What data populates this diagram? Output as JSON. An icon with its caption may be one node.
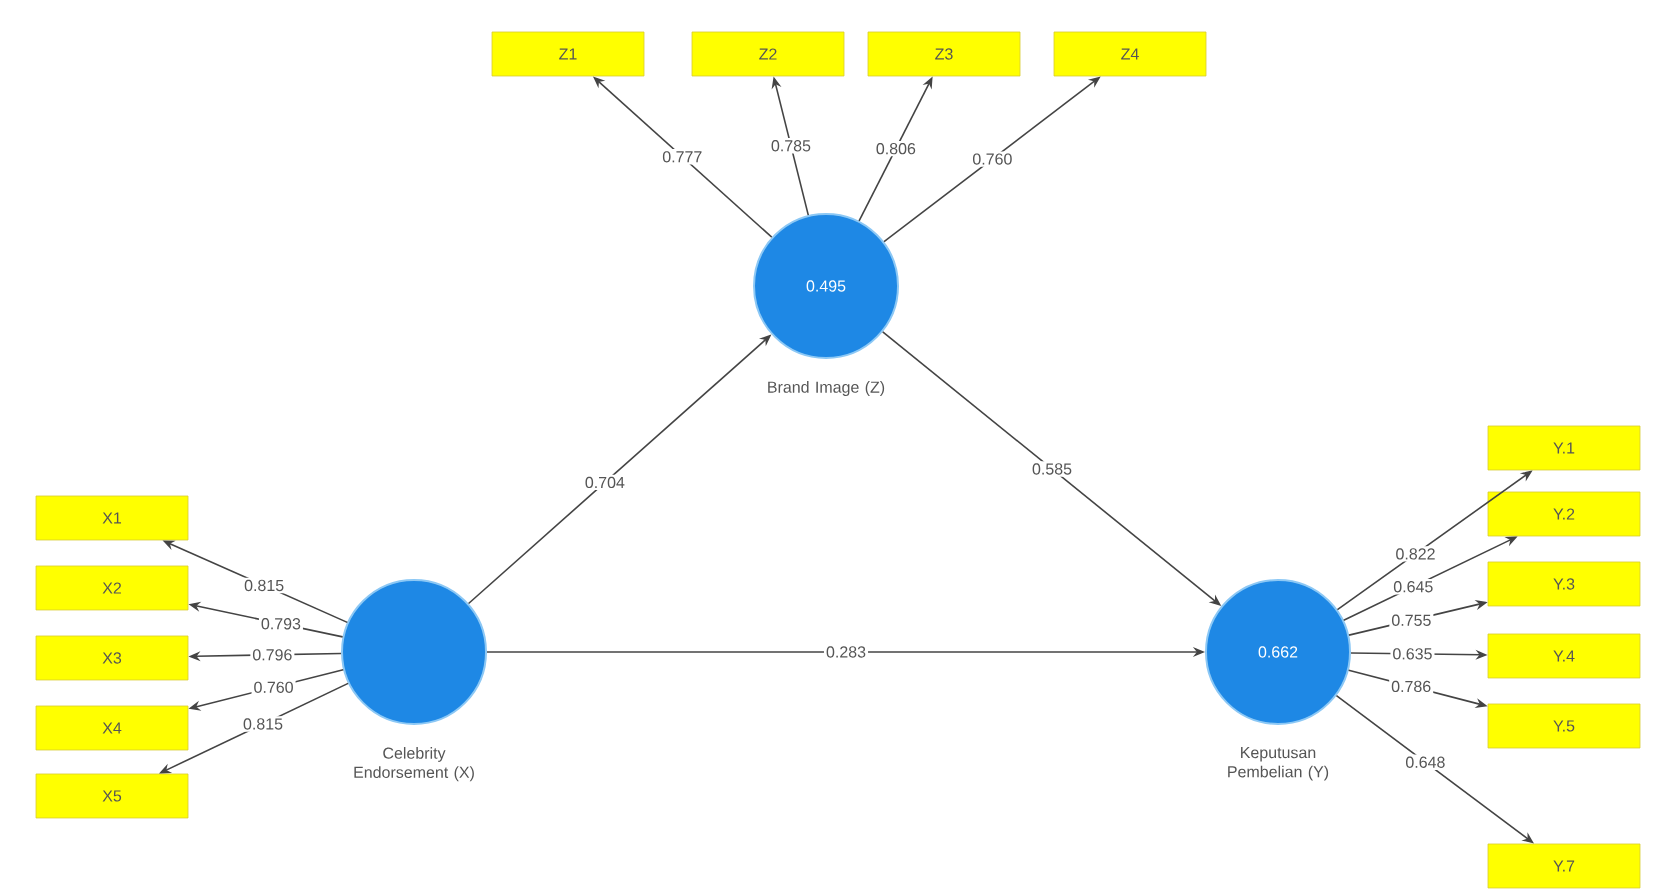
{
  "diagram": {
    "nodes": [
      {
        "text": [
          "Z1"
        ]
      },
      {
        "text": [
          "Z2"
        ]
      },
      {
        "text": [
          "Z3"
        ]
      },
      {
        "text": [
          "Z4"
        ]
      },
      {
        "text": [
          "0.495"
        ],
        "beside": [
          "Brand Image (Z)"
        ]
      },
      {
        "text": [
          "X1"
        ]
      },
      {
        "text": [
          "X2"
        ]
      },
      {
        "text": [
          "X3"
        ]
      },
      {
        "text": [
          "X4"
        ]
      },
      {
        "text": [
          "X5"
        ]
      },
      {
        "text": [],
        "shape": "circle",
        "beside": [
          "Celebrity Endorsement (X)"
        ]
      },
      {
        "text": [
          "0.662"
        ],
        "beside": [
          "Keputusan Pembelian (Y)"
        ]
      },
      {
        "text": [
          "Y.1"
        ]
      },
      {
        "text": [
          "Y.2"
        ]
      },
      {
        "text": [
          "Y.3"
        ]
      },
      {
        "text": [
          "Y.4"
        ]
      },
      {
        "text": [
          "Y.5"
        ]
      },
      {
        "text": [
          "Y.7"
        ]
      }
    ],
    "edges": [
      {
        "from": 4,
        "to": 0,
        "arrow": "to",
        "label": "0.777"
      },
      {
        "from": 4,
        "to": 1,
        "arrow": "to",
        "label": "0.785"
      },
      {
        "from": 4,
        "to": 2,
        "arrow": "to",
        "label": "0.806"
      },
      {
        "from": 4,
        "to": 3,
        "arrow": "to",
        "label": "0.760"
      },
      {
        "from": 10,
        "to": 5,
        "arrow": "to",
        "label": "0.815"
      },
      {
        "from": 10,
        "to": 6,
        "arrow": "to",
        "label": "0.793"
      },
      {
        "from": 10,
        "to": 7,
        "arrow": "to",
        "label": "0.796"
      },
      {
        "from": 10,
        "to": 8,
        "arrow": "to",
        "label": "0.760"
      },
      {
        "from": 10,
        "to": 9,
        "arrow": "to",
        "label": "0.815"
      },
      {
        "from": 10,
        "to": 4,
        "arrow": "to",
        "label": "0.704"
      },
      {
        "from": 4,
        "to": 11,
        "arrow": "to",
        "label": "0.585"
      },
      {
        "from": 10,
        "to": 11,
        "arrow": "to",
        "label": "0.283"
      },
      {
        "from": 11,
        "to": 12,
        "arrow": "to",
        "label": "0.822"
      },
      {
        "from": 11,
        "to": 13,
        "arrow": "to",
        "label": "0.645"
      },
      {
        "from": 11,
        "to": 14,
        "arrow": "to",
        "label": "0.755"
      },
      {
        "from": 11,
        "to": 15,
        "arrow": "to",
        "label": "0.635"
      },
      {
        "from": 11,
        "to": 16,
        "arrow": "to",
        "label": "0.786"
      },
      {
        "from": 11,
        "to": 17,
        "arrow": "to",
        "label": "0.648"
      }
    ]
  }
}
